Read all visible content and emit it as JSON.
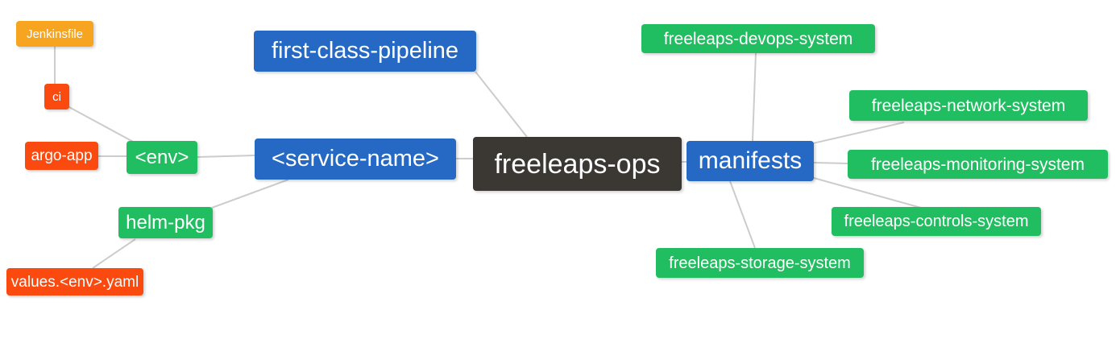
{
  "diagram": {
    "type": "mindmap",
    "root_label": "freeleaps-ops"
  },
  "colors": {
    "blue_node": "#2569c4",
    "green_node": "#20be60",
    "orange_node": "#f7a420",
    "red_node": "#fa4a10",
    "dark_node": "#3b3834",
    "edge_line": "#cccccc",
    "node_text": "#ffffff",
    "background": "#ffffff"
  },
  "nodes": [
    {
      "id": "jenkinsfile",
      "label": "Jenkinsfile",
      "color": "orange"
    },
    {
      "id": "ci",
      "label": "ci",
      "color": "red"
    },
    {
      "id": "argo-app",
      "label": "argo-app",
      "color": "red"
    },
    {
      "id": "env",
      "label": "<env>",
      "color": "green"
    },
    {
      "id": "helm-pkg",
      "label": "helm-pkg",
      "color": "green"
    },
    {
      "id": "values-env-yaml",
      "label": "values.<env>.yaml",
      "color": "red"
    },
    {
      "id": "first-class-pipeline",
      "label": "first-class-pipeline",
      "color": "blue"
    },
    {
      "id": "service-name",
      "label": "<service-name>",
      "color": "blue"
    },
    {
      "id": "freeleaps-ops",
      "label": "freeleaps-ops",
      "color": "dark"
    },
    {
      "id": "manifests",
      "label": "manifests",
      "color": "blue"
    },
    {
      "id": "freeleaps-devops-system",
      "label": "freeleaps-devops-system",
      "color": "green"
    },
    {
      "id": "freeleaps-network-system",
      "label": "freeleaps-network-system",
      "color": "green"
    },
    {
      "id": "freeleaps-monitoring-system",
      "label": "freeleaps-monitoring-system",
      "color": "green"
    },
    {
      "id": "freeleaps-controls-system",
      "label": "freeleaps-controls-system",
      "color": "green"
    },
    {
      "id": "freeleaps-storage-system",
      "label": "freeleaps-storage-system",
      "color": "green"
    }
  ],
  "edges": [
    [
      "jenkinsfile",
      "ci"
    ],
    [
      "ci",
      "env"
    ],
    [
      "argo-app",
      "env"
    ],
    [
      "env",
      "service-name"
    ],
    [
      "helm-pkg",
      "service-name"
    ],
    [
      "values-env-yaml",
      "helm-pkg"
    ],
    [
      "first-class-pipeline",
      "freeleaps-ops"
    ],
    [
      "service-name",
      "freeleaps-ops"
    ],
    [
      "freeleaps-ops",
      "manifests"
    ],
    [
      "manifests",
      "freeleaps-devops-system"
    ],
    [
      "manifests",
      "freeleaps-network-system"
    ],
    [
      "manifests",
      "freeleaps-monitoring-system"
    ],
    [
      "manifests",
      "freeleaps-controls-system"
    ],
    [
      "manifests",
      "freeleaps-storage-system"
    ]
  ]
}
